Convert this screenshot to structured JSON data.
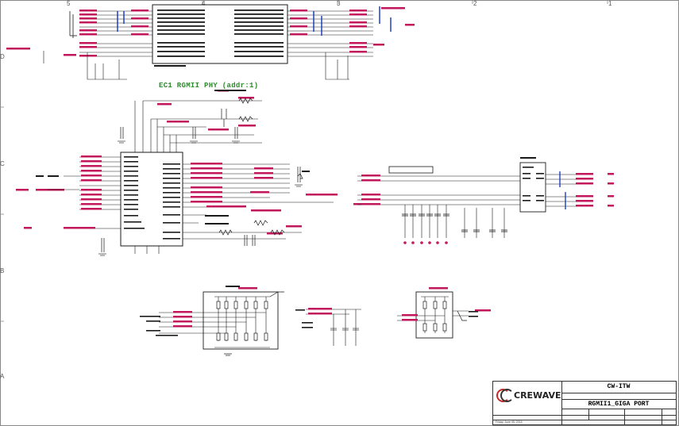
{
  "zones": {
    "top": [
      "5",
      "4",
      "3",
      "2",
      "1"
    ],
    "side": [
      "D",
      "C",
      "B",
      "A"
    ]
  },
  "section_title": "EC1 RGMII PHY (addr:1)",
  "title_block": {
    "logo_text": "CREWAVE",
    "company": "CW-ITW",
    "sheet_title": "RGMII1_GIGA PORT",
    "date": "Friday, June 05, 2015"
  },
  "colors": {
    "wire": "#1a1a1a",
    "net": "#c2185b",
    "power": "#2e7d32",
    "blue": "#1f3fbf",
    "title": "#2e8b2e"
  }
}
